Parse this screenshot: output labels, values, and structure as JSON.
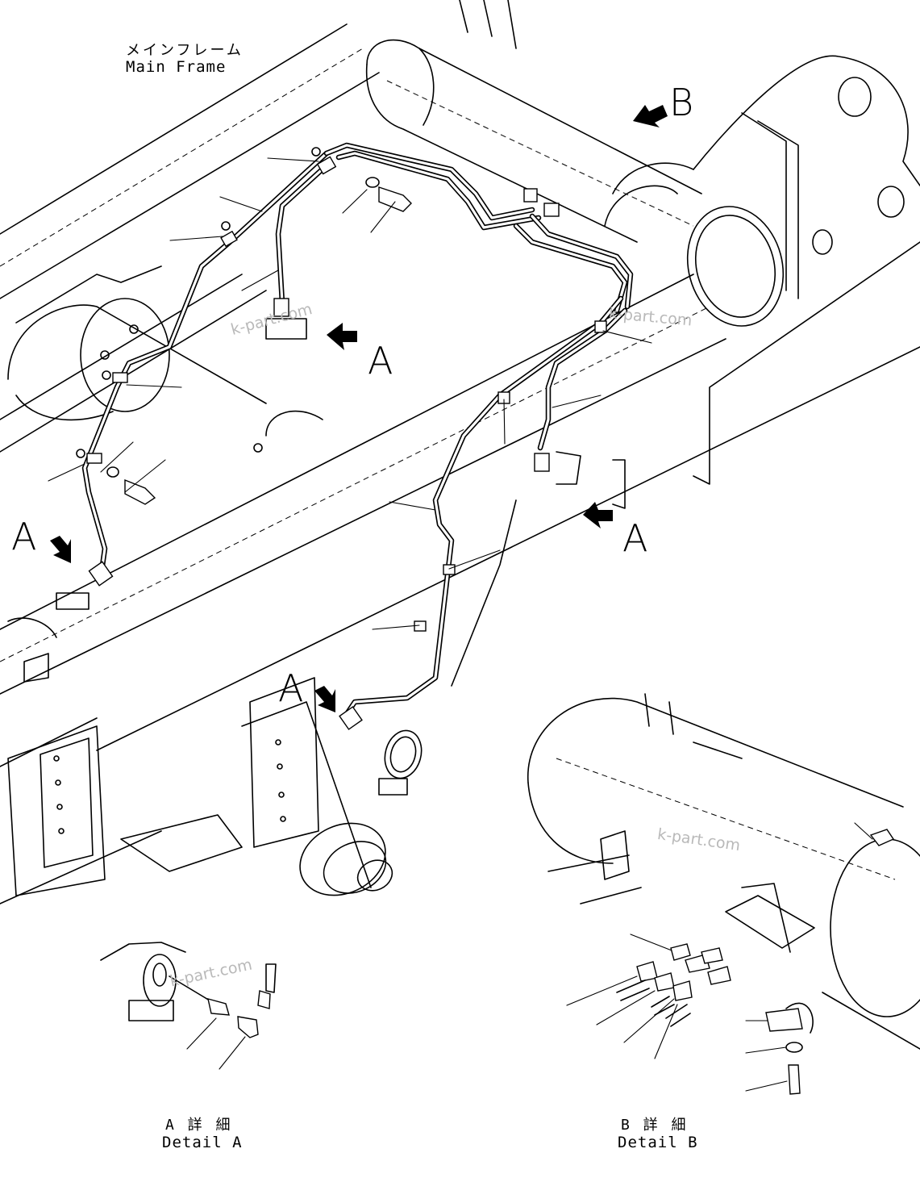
{
  "labels": {
    "main_frame_jp": "メインフレーム",
    "main_frame_en": "Main Frame",
    "detail_a_jp": "A 詳 細",
    "detail_a_en": "Detail A",
    "detail_b_jp": "B 詳 細",
    "detail_b_en": "Detail B"
  },
  "view_markers": {
    "a": "A",
    "b": "B"
  },
  "watermark": {
    "text": "k-part.com"
  },
  "colors": {
    "line": "#000000",
    "background": "#ffffff",
    "watermark": "#b9b9b9"
  }
}
